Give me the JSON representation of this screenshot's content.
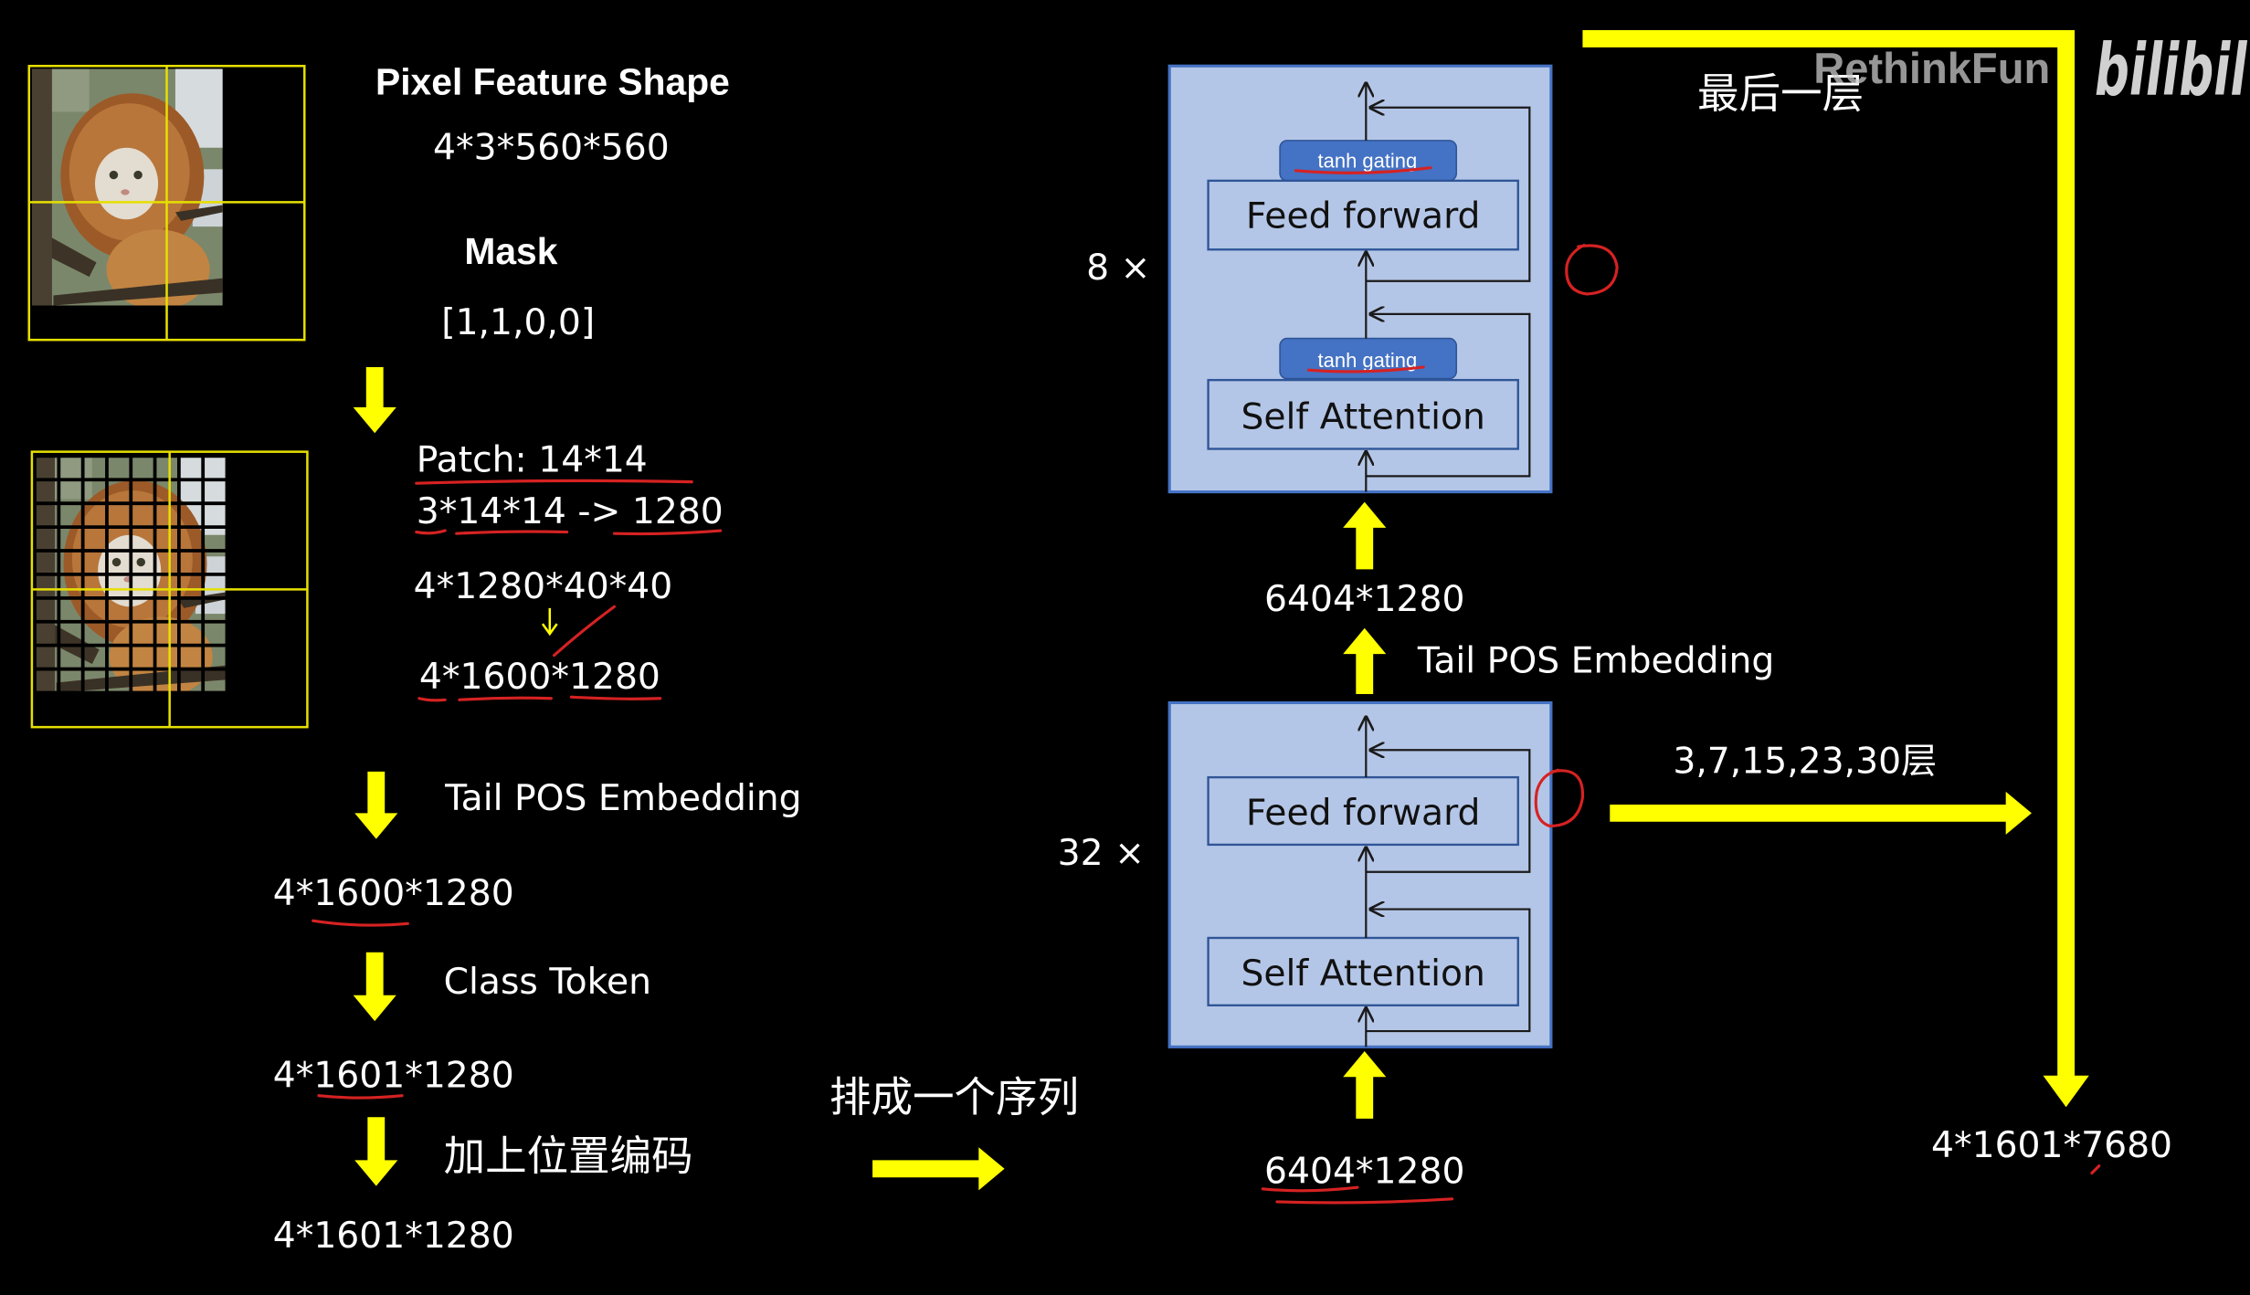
{
  "left": {
    "pixel_feature_shape": {
      "title": "Pixel Feature Shape",
      "value": "4*3*560*560"
    },
    "mask": {
      "title": "Mask",
      "value": "[1,1,0,0]"
    },
    "patch": {
      "size": "Patch: 14*14",
      "projection": "3*14*14 -> 1280",
      "conv_output": "4*1280*40*40",
      "flatten_output": "4*1600*1280"
    },
    "steps": [
      {
        "label": "Tail POS Embedding",
        "output": "4*1600*1280"
      },
      {
        "label": "Class Token",
        "output": "4*1601*1280"
      },
      {
        "label": "加上位置编码",
        "output": "4*1601*1280"
      }
    ]
  },
  "middle": {
    "sequence_label": "排成一个序列"
  },
  "encoder": {
    "upper": {
      "repeat": "8 ×",
      "ffn_gating": "tanh gating",
      "feed_forward": "Feed forward",
      "attn_gating": "tanh gating",
      "self_attention": "Self Attention"
    },
    "between": {
      "shape": "6404*1280",
      "tail_pos_label": "Tail POS Embedding"
    },
    "lower": {
      "repeat": "32 ×",
      "feed_forward": "Feed forward",
      "self_attention": "Self Attention",
      "input_shape": "6404*1280"
    }
  },
  "right": {
    "intermediate_layers": "3,7,15,23,30层",
    "last_layer": "最后一层",
    "final_shape": "4*1601*7680"
  },
  "watermark": {
    "channel": "RethinkFun",
    "logo": "bilibil"
  },
  "colors": {
    "background": "#000000",
    "arrow": "#ffff00",
    "grid": "#e6df00",
    "box_fill": "#b4c6e7",
    "box_border": "#4472c4",
    "gating_fill": "#4472c4",
    "annotation": "#d62222",
    "text": "#ffffff"
  },
  "icons": [
    "cat-photo",
    "patch-grid",
    "flow-arrow",
    "connector-arrow"
  ]
}
